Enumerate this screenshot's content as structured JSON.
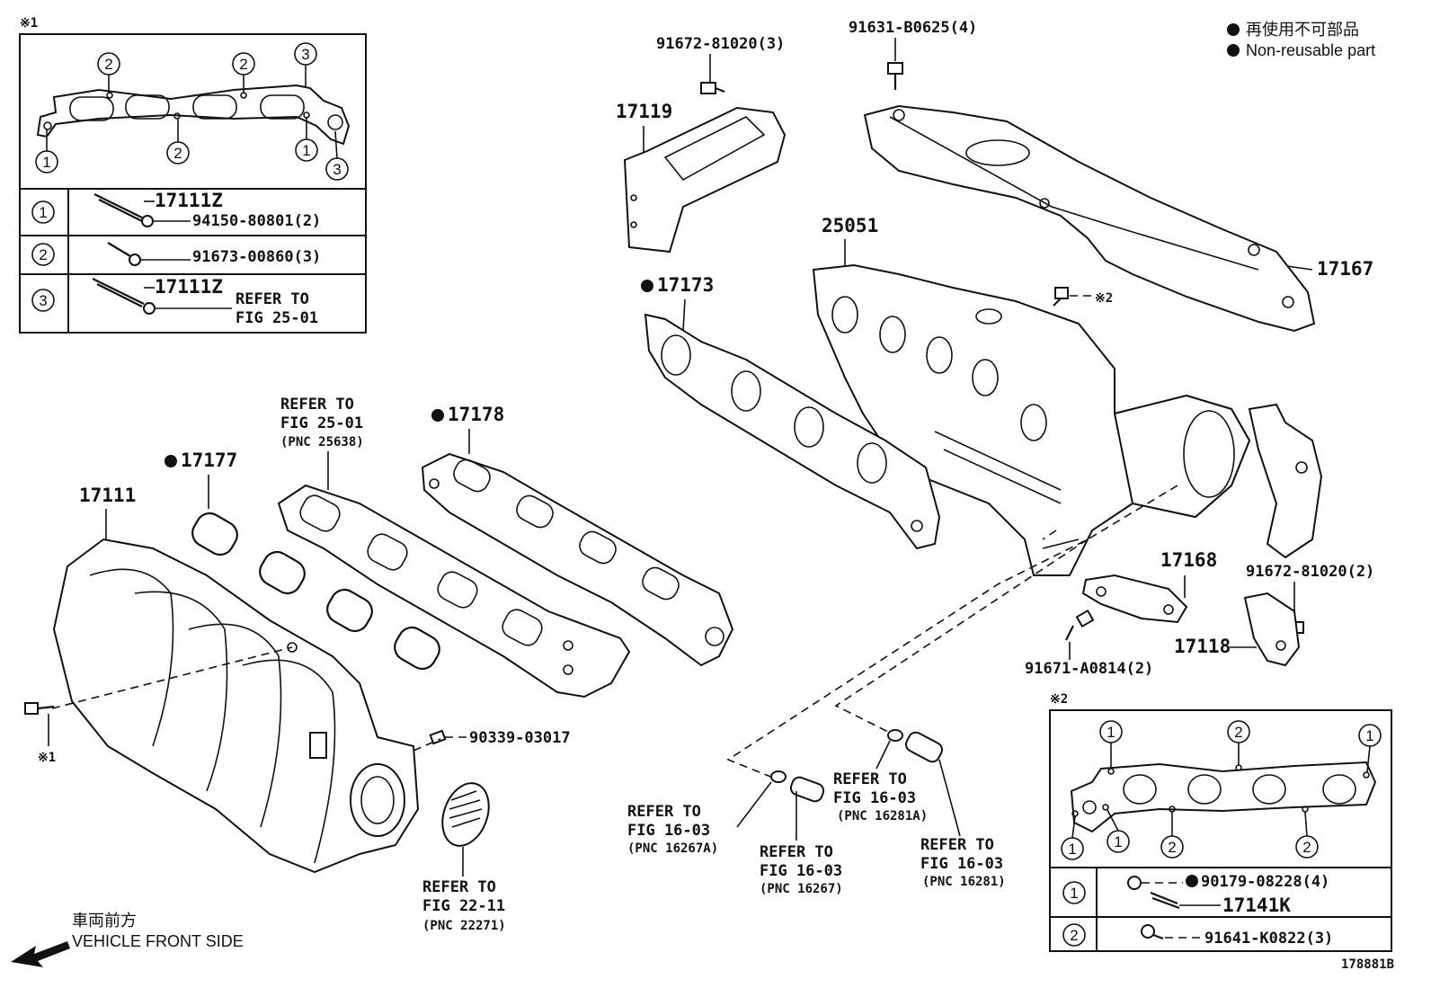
{
  "legend": {
    "jp": "再使用不可部品",
    "en": "Non-reusable part"
  },
  "inset1": {
    "mark": "※1",
    "rows": [
      {
        "num": "1",
        "part_a": "17111Z",
        "part_b": "94150-80801(2)"
      },
      {
        "num": "2",
        "part_a": "91673-00860(3)"
      },
      {
        "num": "3",
        "part_a": "17111Z",
        "refer1": "REFER TO",
        "refer2": "FIG 25-01"
      }
    ]
  },
  "inset2": {
    "mark": "※2",
    "rows": [
      {
        "num": "1",
        "part_a": "90179-08228(4)",
        "part_b": "17141K"
      },
      {
        "num": "2",
        "part_a": "91641-K0822(3)"
      }
    ]
  },
  "parts": {
    "p91672_top": "91672-81020(3)",
    "p91631": "91631-B0625(4)",
    "p17119": "17119",
    "p25051": "25051",
    "p17167": "17167",
    "p17173": "17173",
    "mark2": "※2",
    "p17178": "17178",
    "p17177": "17177",
    "p17111": "17111",
    "mark1": "※1",
    "p90339": "90339-03017",
    "p17168": "17168",
    "p91672_right": "91672-81020(2)",
    "p17118": "17118",
    "p91671": "91671-A0814(2)"
  },
  "refers": {
    "r25638": [
      "REFER TO",
      "FIG 25-01",
      "(PNC 25638)"
    ],
    "r22271": [
      "REFER TO",
      "FIG 22-11",
      "(PNC 22271)"
    ],
    "r16267A": [
      "REFER TO",
      "FIG 16-03",
      "(PNC 16267A)"
    ],
    "r16267": [
      "REFER TO",
      "FIG 16-03",
      "(PNC 16267)"
    ],
    "r16281A": [
      "REFER TO",
      "FIG 16-03",
      "(PNC 16281A)"
    ],
    "r16281": [
      "REFER TO",
      "FIG 16-03",
      "(PNC 16281)"
    ]
  },
  "front": {
    "jp": "車両前方",
    "en": "VEHICLE FRONT SIDE"
  },
  "diagram_id": "178881B"
}
